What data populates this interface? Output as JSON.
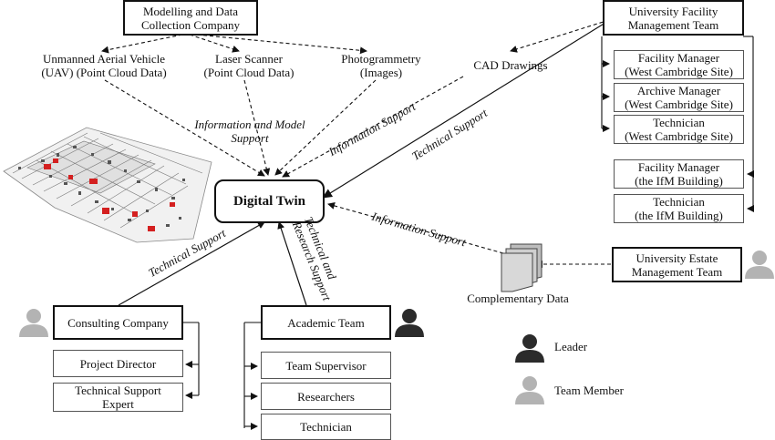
{
  "colors": {
    "leader": "#2b2b2b",
    "member": "#b3b3b3",
    "line": "#111111"
  },
  "icons": {
    "person_leader": "person-leader-icon",
    "person_member": "person-member-icon",
    "documents": "documents-icon"
  },
  "center": {
    "label": "Digital Twin"
  },
  "modelling": {
    "title": [
      "Modelling and Data",
      "Collection Company"
    ],
    "uav": [
      "Unmanned Aerial Vehicle",
      "(UAV) (Point Cloud Data)"
    ],
    "laser": [
      "Laser Scanner",
      "(Point Cloud Data)"
    ],
    "photo": [
      "Photogrammetry",
      "(Images)"
    ],
    "support": [
      "Information and Model",
      "Support"
    ]
  },
  "cad": {
    "label": "CAD Drawings",
    "support": "Information Support"
  },
  "facility_team": {
    "title": [
      "University Facility",
      "Management Team"
    ],
    "support": "Technical Support",
    "members": [
      [
        "Facility Manager",
        "(West Cambridge Site)"
      ],
      [
        "Archive Manager",
        "(West Cambridge Site)"
      ],
      [
        "Technician",
        "(West Cambridge Site)"
      ],
      [
        "Facility Manager",
        "(the IfM Building)"
      ],
      [
        "Technician",
        "(the IfM Building)"
      ]
    ]
  },
  "estate": {
    "title": [
      "University Estate",
      "Management Team"
    ],
    "data_label": "Complementary Data",
    "support": "Information Support"
  },
  "consulting": {
    "title": "Consulting Company",
    "support": "Technical Support",
    "members": [
      "Project Director",
      "Technical Support Expert"
    ]
  },
  "academic": {
    "title": "Academic Team",
    "support": [
      "Technical and",
      "Research Support"
    ],
    "members": [
      "Team Supervisor",
      "Researchers",
      "Technician"
    ]
  },
  "legend": {
    "leader": "Leader",
    "member": "Team Member"
  }
}
